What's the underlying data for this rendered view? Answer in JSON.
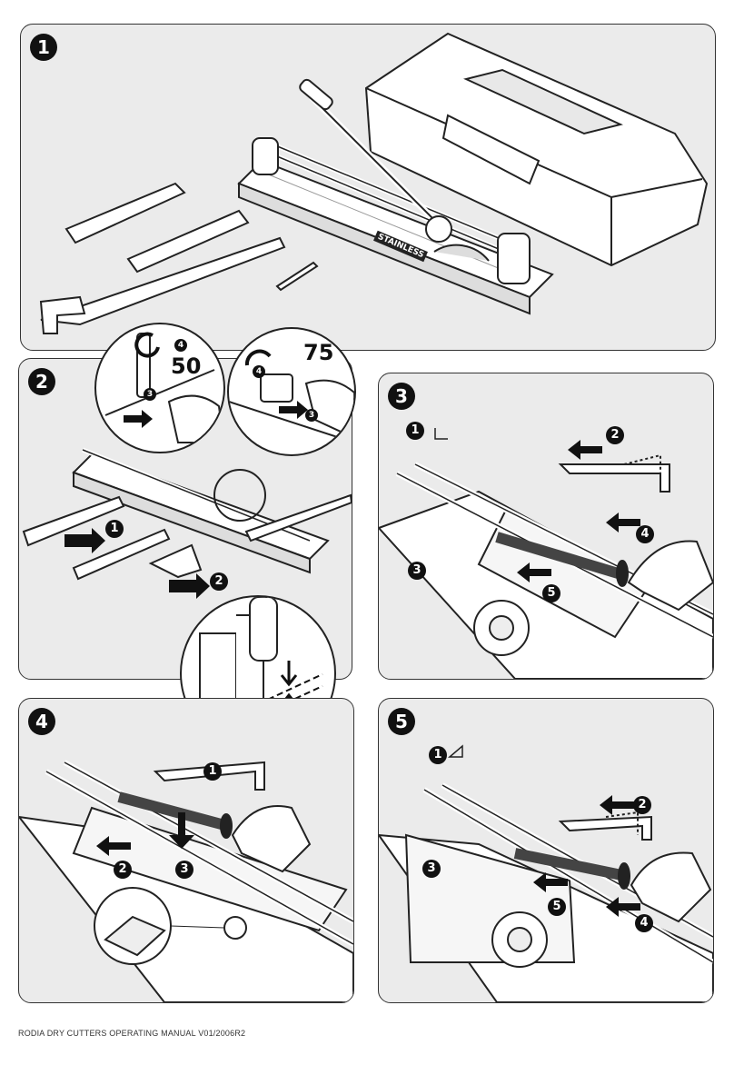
{
  "steps": [
    "1",
    "2",
    "3",
    "4",
    "5"
  ],
  "step1": {
    "brand": "STAINLESS"
  },
  "step2": {
    "callouts": [
      "1",
      "2",
      "3",
      "4",
      "3",
      "4"
    ],
    "values": [
      "50",
      "75"
    ]
  },
  "step3": {
    "callouts": [
      "1",
      "2",
      "3",
      "4",
      "5"
    ]
  },
  "step4": {
    "callouts": [
      "1",
      "2",
      "3"
    ]
  },
  "step5": {
    "callouts": [
      "1",
      "2",
      "3",
      "4",
      "5"
    ]
  },
  "footer": {
    "text": "RODIA DRY CUTTERS OPERATING MANUAL   V01/2006R2"
  },
  "colors": {
    "panel_bg": "#ebebeb",
    "ink": "#111111",
    "grip": "#444444"
  }
}
